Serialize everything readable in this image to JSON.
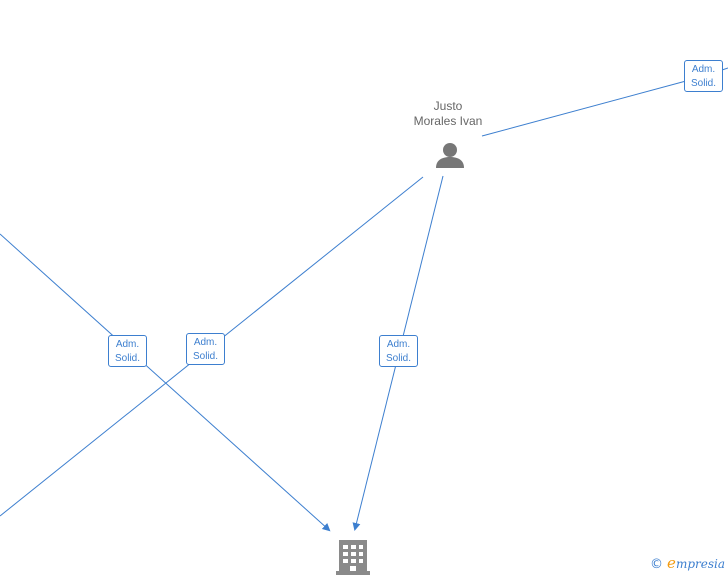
{
  "person": {
    "name_line1": "Justo",
    "name_line2": "Morales Ivan",
    "icon": "person-icon"
  },
  "company": {
    "icon": "building-icon"
  },
  "edges": [
    {
      "label_line1": "Adm.",
      "label_line2": "Solid."
    },
    {
      "label_line1": "Adm.",
      "label_line2": "Solid."
    },
    {
      "label_line1": "Adm.",
      "label_line2": "Solid."
    },
    {
      "label_line1": "Adm.",
      "label_line2": "Solid."
    }
  ],
  "watermark": {
    "copyright": "©",
    "brand_initial": "e",
    "brand_rest": "mpresia"
  },
  "colors": {
    "edge": "#3d7fcf",
    "icon": "#777777",
    "text": "#666666",
    "brand_accent": "#f39c12"
  }
}
